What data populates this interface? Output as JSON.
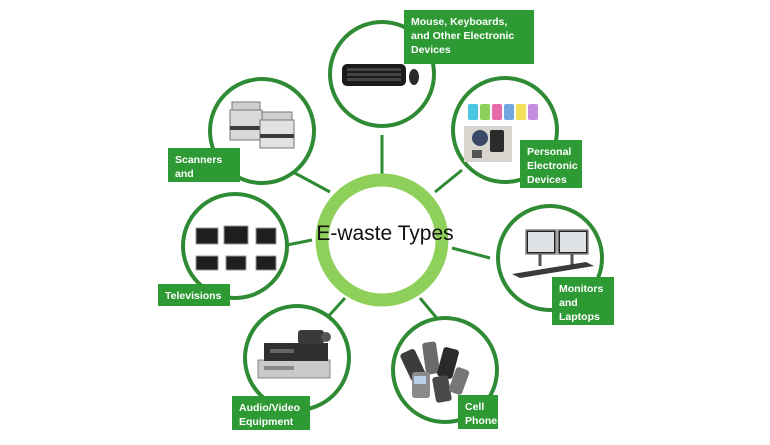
{
  "center": {
    "title": "E-waste Types"
  },
  "nodes": [
    {
      "id": "mouse-keyboards",
      "label": "Mouse, Keyboards,\nand Other Electronic\nDevices",
      "icon": "keyboard-mouse-icon"
    },
    {
      "id": "personal-electronic",
      "label": "Personal\nElectronic\nDevices",
      "icon": "personal-devices-icon"
    },
    {
      "id": "monitors-laptops",
      "label": "Monitors\nand\nLaptops",
      "icon": "monitor-icon"
    },
    {
      "id": "cell-phones",
      "label": "Cell\nPhones",
      "icon": "cell-phones-icon"
    },
    {
      "id": "audio-video",
      "label": "Audio/Video\nEquipment",
      "icon": "av-equipment-icon"
    },
    {
      "id": "televisions",
      "label": "Televisions",
      "icon": "televisions-icon"
    },
    {
      "id": "scanners-copiers",
      "label": "Scanners\nand Copiers",
      "icon": "printer-icon"
    }
  ],
  "colors": {
    "ring": "#2e8b34",
    "center_ring": "#8fd05a",
    "label_bg": "#2e9a34",
    "label_text": "#ffffff"
  }
}
